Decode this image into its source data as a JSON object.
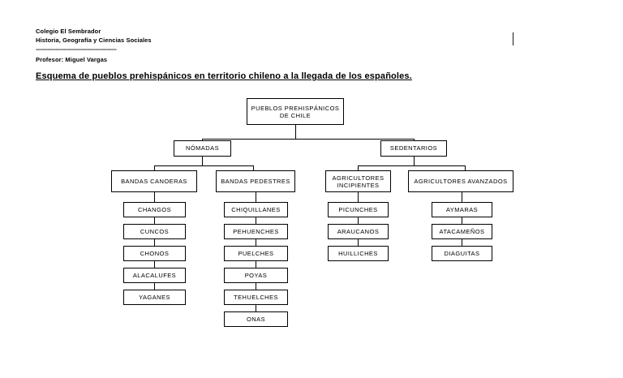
{
  "header": {
    "school": "Colegio El Sembrador",
    "subject": "Historia, Geografía y Ciencias Sociales",
    "rule": "-------------------------------------------------",
    "teacher": "Profesor: Miguel Vargas"
  },
  "document": {
    "title": "Esquema de pueblos prehispánicos en territorio chileno a la llegada de los españoles."
  },
  "diagram": {
    "root": "PUEBLOS PREHISPÁNICOS\nDE CHILE",
    "root_line1": "PUEBLOS PREHISPÁNICOS",
    "root_line2": "DE CHILE",
    "level2": {
      "nomadas": "NÓMADAS",
      "sedentarios": "SEDENTARIOS"
    },
    "level3": {
      "bandas_canoeras": "BANDAS CANOERAS",
      "bandas_pedestres": "BANDAS PEDESTRES",
      "agricultores_incipientes_line1": "AGRICULTORES",
      "agricultores_incipientes_line2": "INCIPIENTES",
      "agricultores_avanzados": "AGRICULTORES AVANZADOS"
    },
    "leaves": {
      "bandas_canoeras": [
        "CHANGOS",
        "CUNCOS",
        "CHONOS",
        "ALACALUFES",
        "YAGANES"
      ],
      "bandas_pedestres": [
        "CHIQUILLANES",
        "PEHUENCHES",
        "PUELCHES",
        "POYAS",
        "TEHUELCHES",
        "ONAS"
      ],
      "agricultores_incipientes": [
        "PICUNCHES",
        "ARAUCANOS",
        "HUILLICHES"
      ],
      "agricultores_avanzados": [
        "AYMARAS",
        "ATACAMEÑOS",
        "DIAGUITAS"
      ]
    }
  },
  "colors": {
    "text": "#000000",
    "border": "#000000",
    "background": "#ffffff"
  }
}
